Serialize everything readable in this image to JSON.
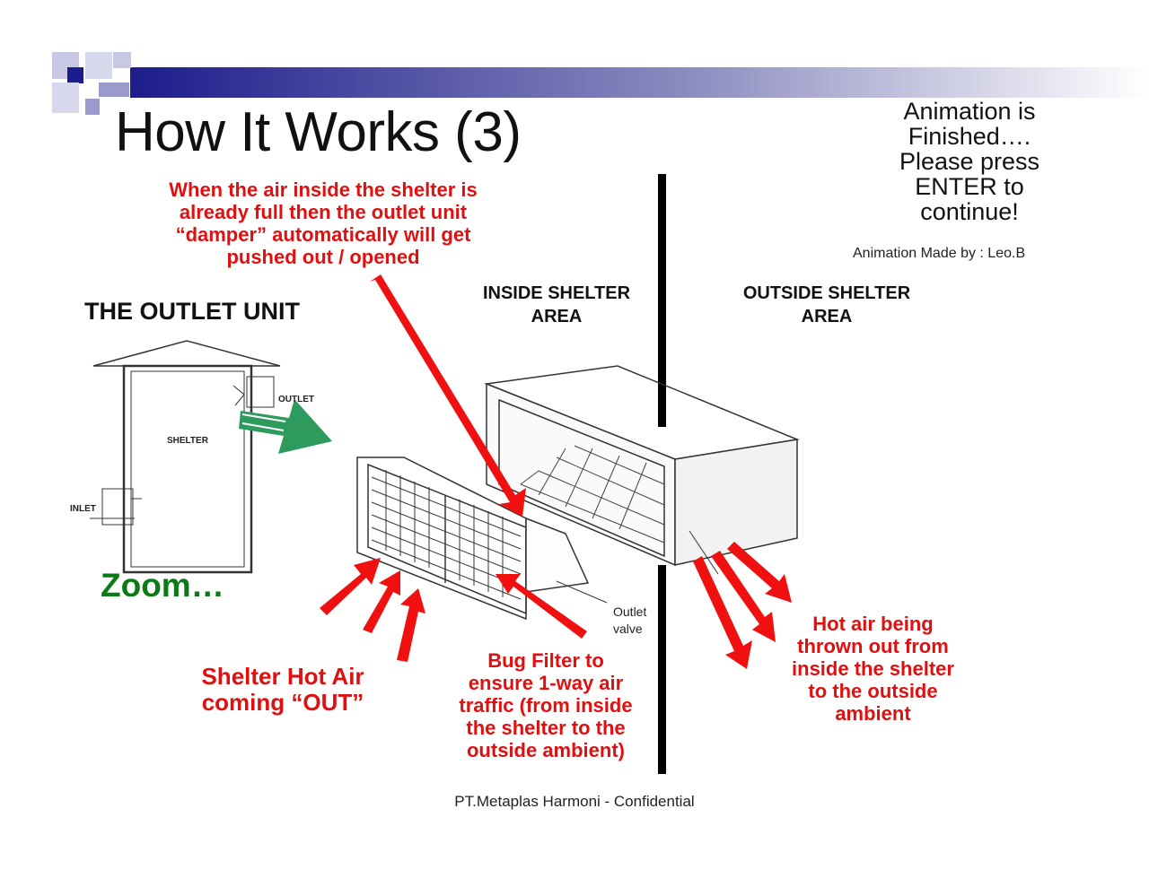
{
  "slide": {
    "title": "How It Works (3)",
    "animation_note": "Animation is\nFinished….\nPlease press\nENTER to\ncontinue!",
    "animation_credit": "Animation Made by : Leo.B",
    "footer": "PT.Metaplas Harmoni - Confidential"
  },
  "callouts": {
    "top": "When the air inside the shelter is\nalready full then the outlet unit\n“damper” automatically will get\npushed out / opened",
    "shelter_hot_air": "Shelter Hot Air\ncoming  “OUT”",
    "bug_filter": "Bug Filter to\nensure 1-way air\ntraffic (from inside\nthe shelter to the\noutside ambient)",
    "hot_air_out": "Hot air being\nthrown out from\ninside the shelter\nto the outside\nambient"
  },
  "areas": {
    "inside": "INSIDE SHELTER\nAREA",
    "outside": "OUTSIDE SHELTER\nAREA"
  },
  "outlet_unit": {
    "title": "THE OUTLET UNIT",
    "zoom": "Zoom…",
    "shelter_label": "SHELTER",
    "outlet_label": "OUTLET",
    "inlet_label": "INLET"
  },
  "device": {
    "outlet_valve": "Outlet\nvalve"
  },
  "colors": {
    "arrow_red": "#f01010",
    "zoom_green": "#2e9a5e",
    "banner_blue": "#1c1c8c"
  }
}
